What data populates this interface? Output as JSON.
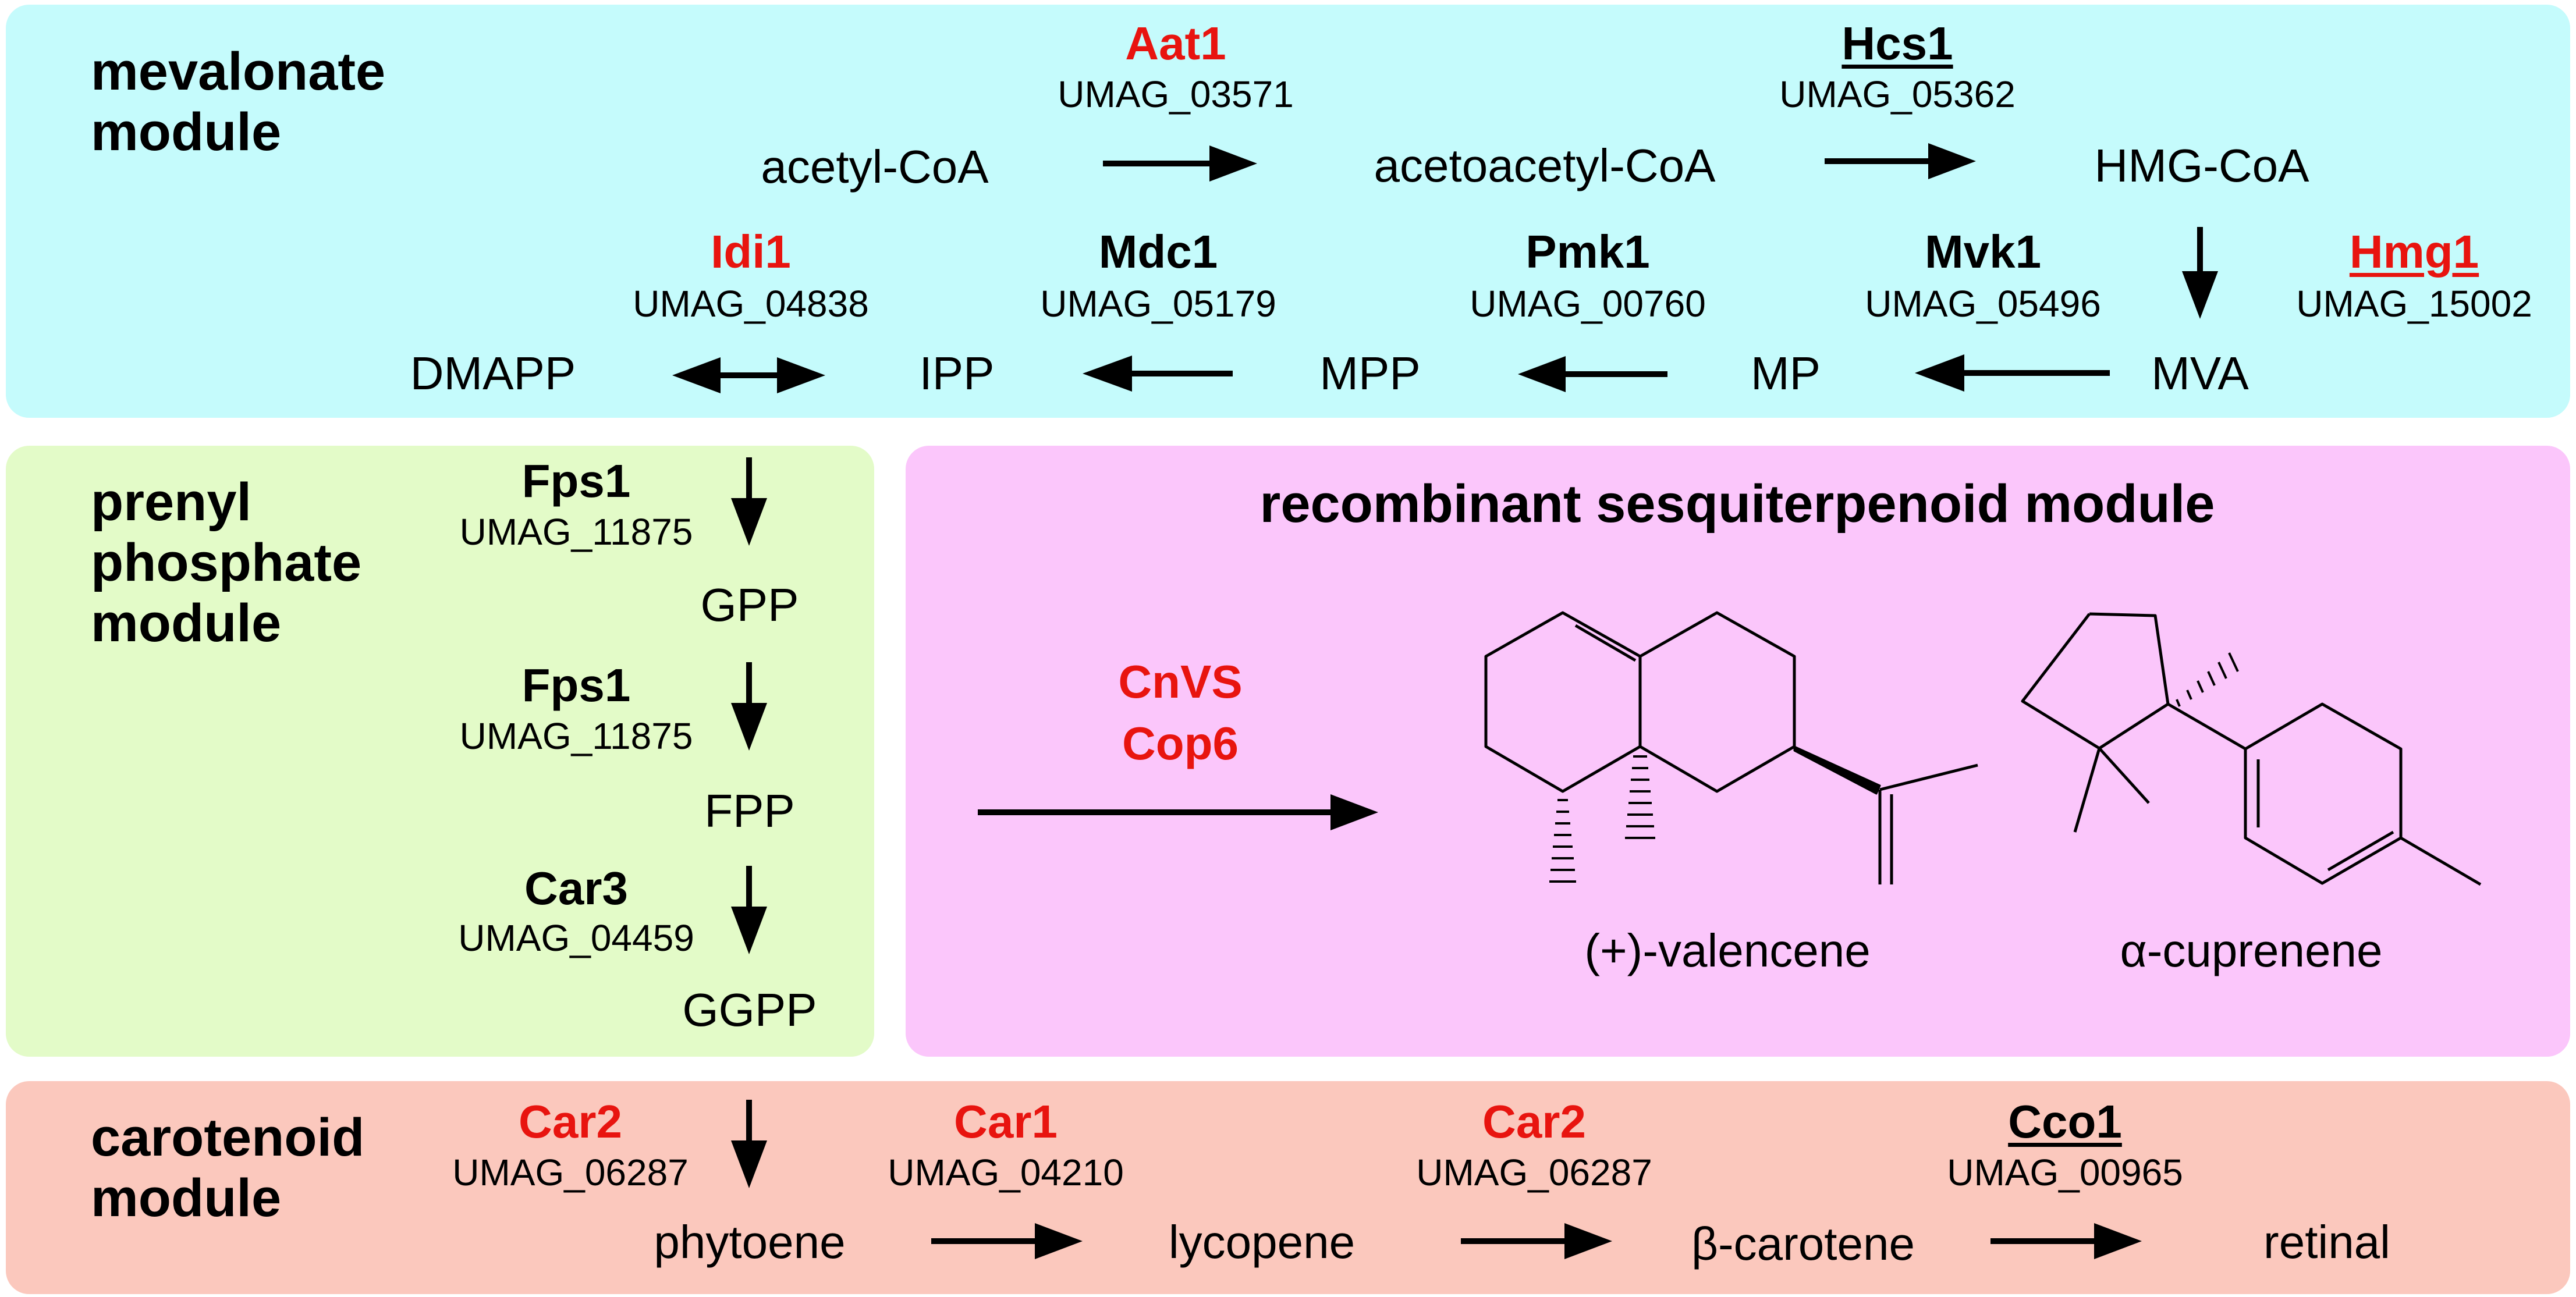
{
  "modules": {
    "mevalonate": "mevalonate\nmodule",
    "prenyl": "prenyl\nphosphate\nmodule",
    "sesquiterpenoid": "recombinant sesquiterpenoid module",
    "carotenoid": "carotenoid\nmodule"
  },
  "metabolites": {
    "acetyl_coa": "acetyl-CoA",
    "acetoacetyl_coa": "acetoacetyl-CoA",
    "hmg_coa": "HMG-CoA",
    "mva": "MVA",
    "mp": "MP",
    "mpp": "MPP",
    "ipp": "IPP",
    "dmapp": "DMAPP",
    "gpp": "GPP",
    "fpp": "FPP",
    "ggpp": "GGPP",
    "valencene": "(+)-valencene",
    "cuprenene": "α-cuprenene",
    "phytoene": "phytoene",
    "lycopene": "lycopene",
    "beta_carotene": "β-carotene",
    "retinal": "retinal"
  },
  "enzymes": {
    "aat1": {
      "name": "Aat1",
      "gene": "UMAG_03571"
    },
    "hcs1": {
      "name": "Hcs1",
      "gene": "UMAG_05362"
    },
    "hmg1": {
      "name": "Hmg1",
      "gene": "UMAG_15002"
    },
    "mvk1": {
      "name": "Mvk1",
      "gene": "UMAG_05496"
    },
    "pmk1": {
      "name": "Pmk1",
      "gene": "UMAG_00760"
    },
    "mdc1": {
      "name": "Mdc1",
      "gene": "UMAG_05179"
    },
    "idi1": {
      "name": "Idi1",
      "gene": "UMAG_04838"
    },
    "fps1_a": {
      "name": "Fps1",
      "gene": "UMAG_11875"
    },
    "fps1_b": {
      "name": "Fps1",
      "gene": "UMAG_11875"
    },
    "car3": {
      "name": "Car3",
      "gene": "UMAG_04459"
    },
    "car2_a": {
      "name": "Car2",
      "gene": "UMAG_06287"
    },
    "car1": {
      "name": "Car1",
      "gene": "UMAG_04210"
    },
    "car2_b": {
      "name": "Car2",
      "gene": "UMAG_06287"
    },
    "cco1": {
      "name": "Cco1",
      "gene": "UMAG_00965"
    },
    "cnvs": {
      "name": "CnVS"
    },
    "cop6": {
      "name": "Cop6"
    }
  },
  "colors": {
    "mevalonate_panel": "#c5fbfc",
    "prenyl_panel": "#e3fbc8",
    "sesquiterpenoid_panel": "#fbc6fb",
    "carotenoid_panel": "#fbc8bd",
    "highlight_red": "#e8140f"
  }
}
